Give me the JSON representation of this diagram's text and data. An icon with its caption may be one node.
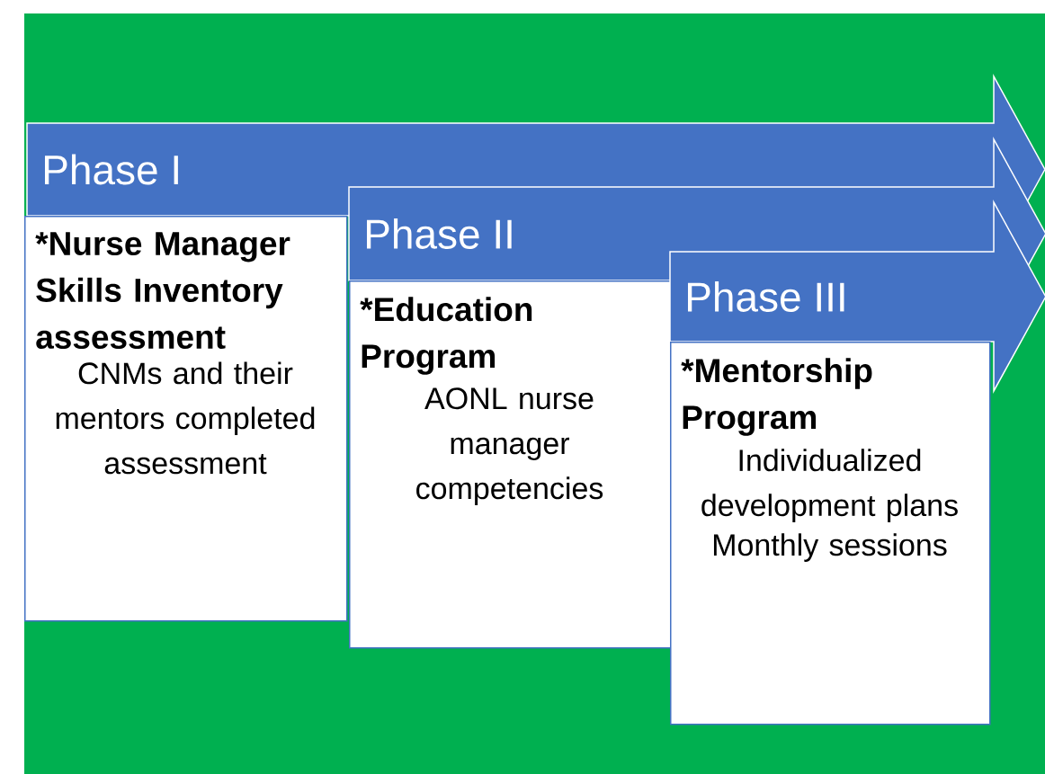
{
  "diagram": {
    "nodes": [
      {
        "text": [
          "Phase I"
        ]
      },
      {
        "text": [
          "*Nurse Manager Skills Inventory assessment",
          "CNMs and their mentors completed assessment"
        ]
      },
      {
        "text": [
          "Phase II"
        ]
      },
      {
        "text": [
          "*Education Program",
          "AONL nurse manager competencies"
        ]
      },
      {
        "text": [
          "Phase III"
        ]
      },
      {
        "text": [
          "*Mentorship Program",
          "Individualized development plans",
          "Monthly sessions"
        ]
      }
    ]
  }
}
